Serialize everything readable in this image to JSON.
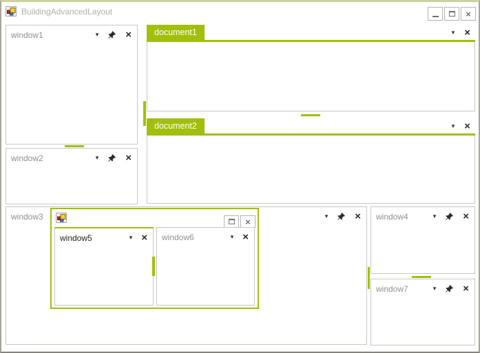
{
  "app": {
    "title": "BuildingAdvancedLayout"
  },
  "colors": {
    "accent": "#A3BE0C",
    "panel_border": "#C7C7BE",
    "window_border_top": "#CBD498",
    "window_border_side": "#A5A59C",
    "window_border_bottom": "#83837B",
    "header_text": "#8F8F8F",
    "active_header_text": "#1F1F1F",
    "icon_ink": "#2B2B2B",
    "title_text": "#AFAFA8",
    "doc_tab_text": "#FFFFFF"
  },
  "glyphs": {
    "dropdown": "▾",
    "close": "×"
  },
  "panels": {
    "window1": {
      "title": "window1"
    },
    "window2": {
      "title": "window2"
    },
    "window3": {
      "title": "window3"
    },
    "window4": {
      "title": "window4"
    },
    "window7": {
      "title": "window7"
    }
  },
  "documents": {
    "document1": {
      "label": "document1"
    },
    "document2": {
      "label": "document2"
    }
  },
  "float_window": {
    "panels": {
      "window5": {
        "title": "window5"
      },
      "window6": {
        "title": "window6"
      }
    }
  }
}
